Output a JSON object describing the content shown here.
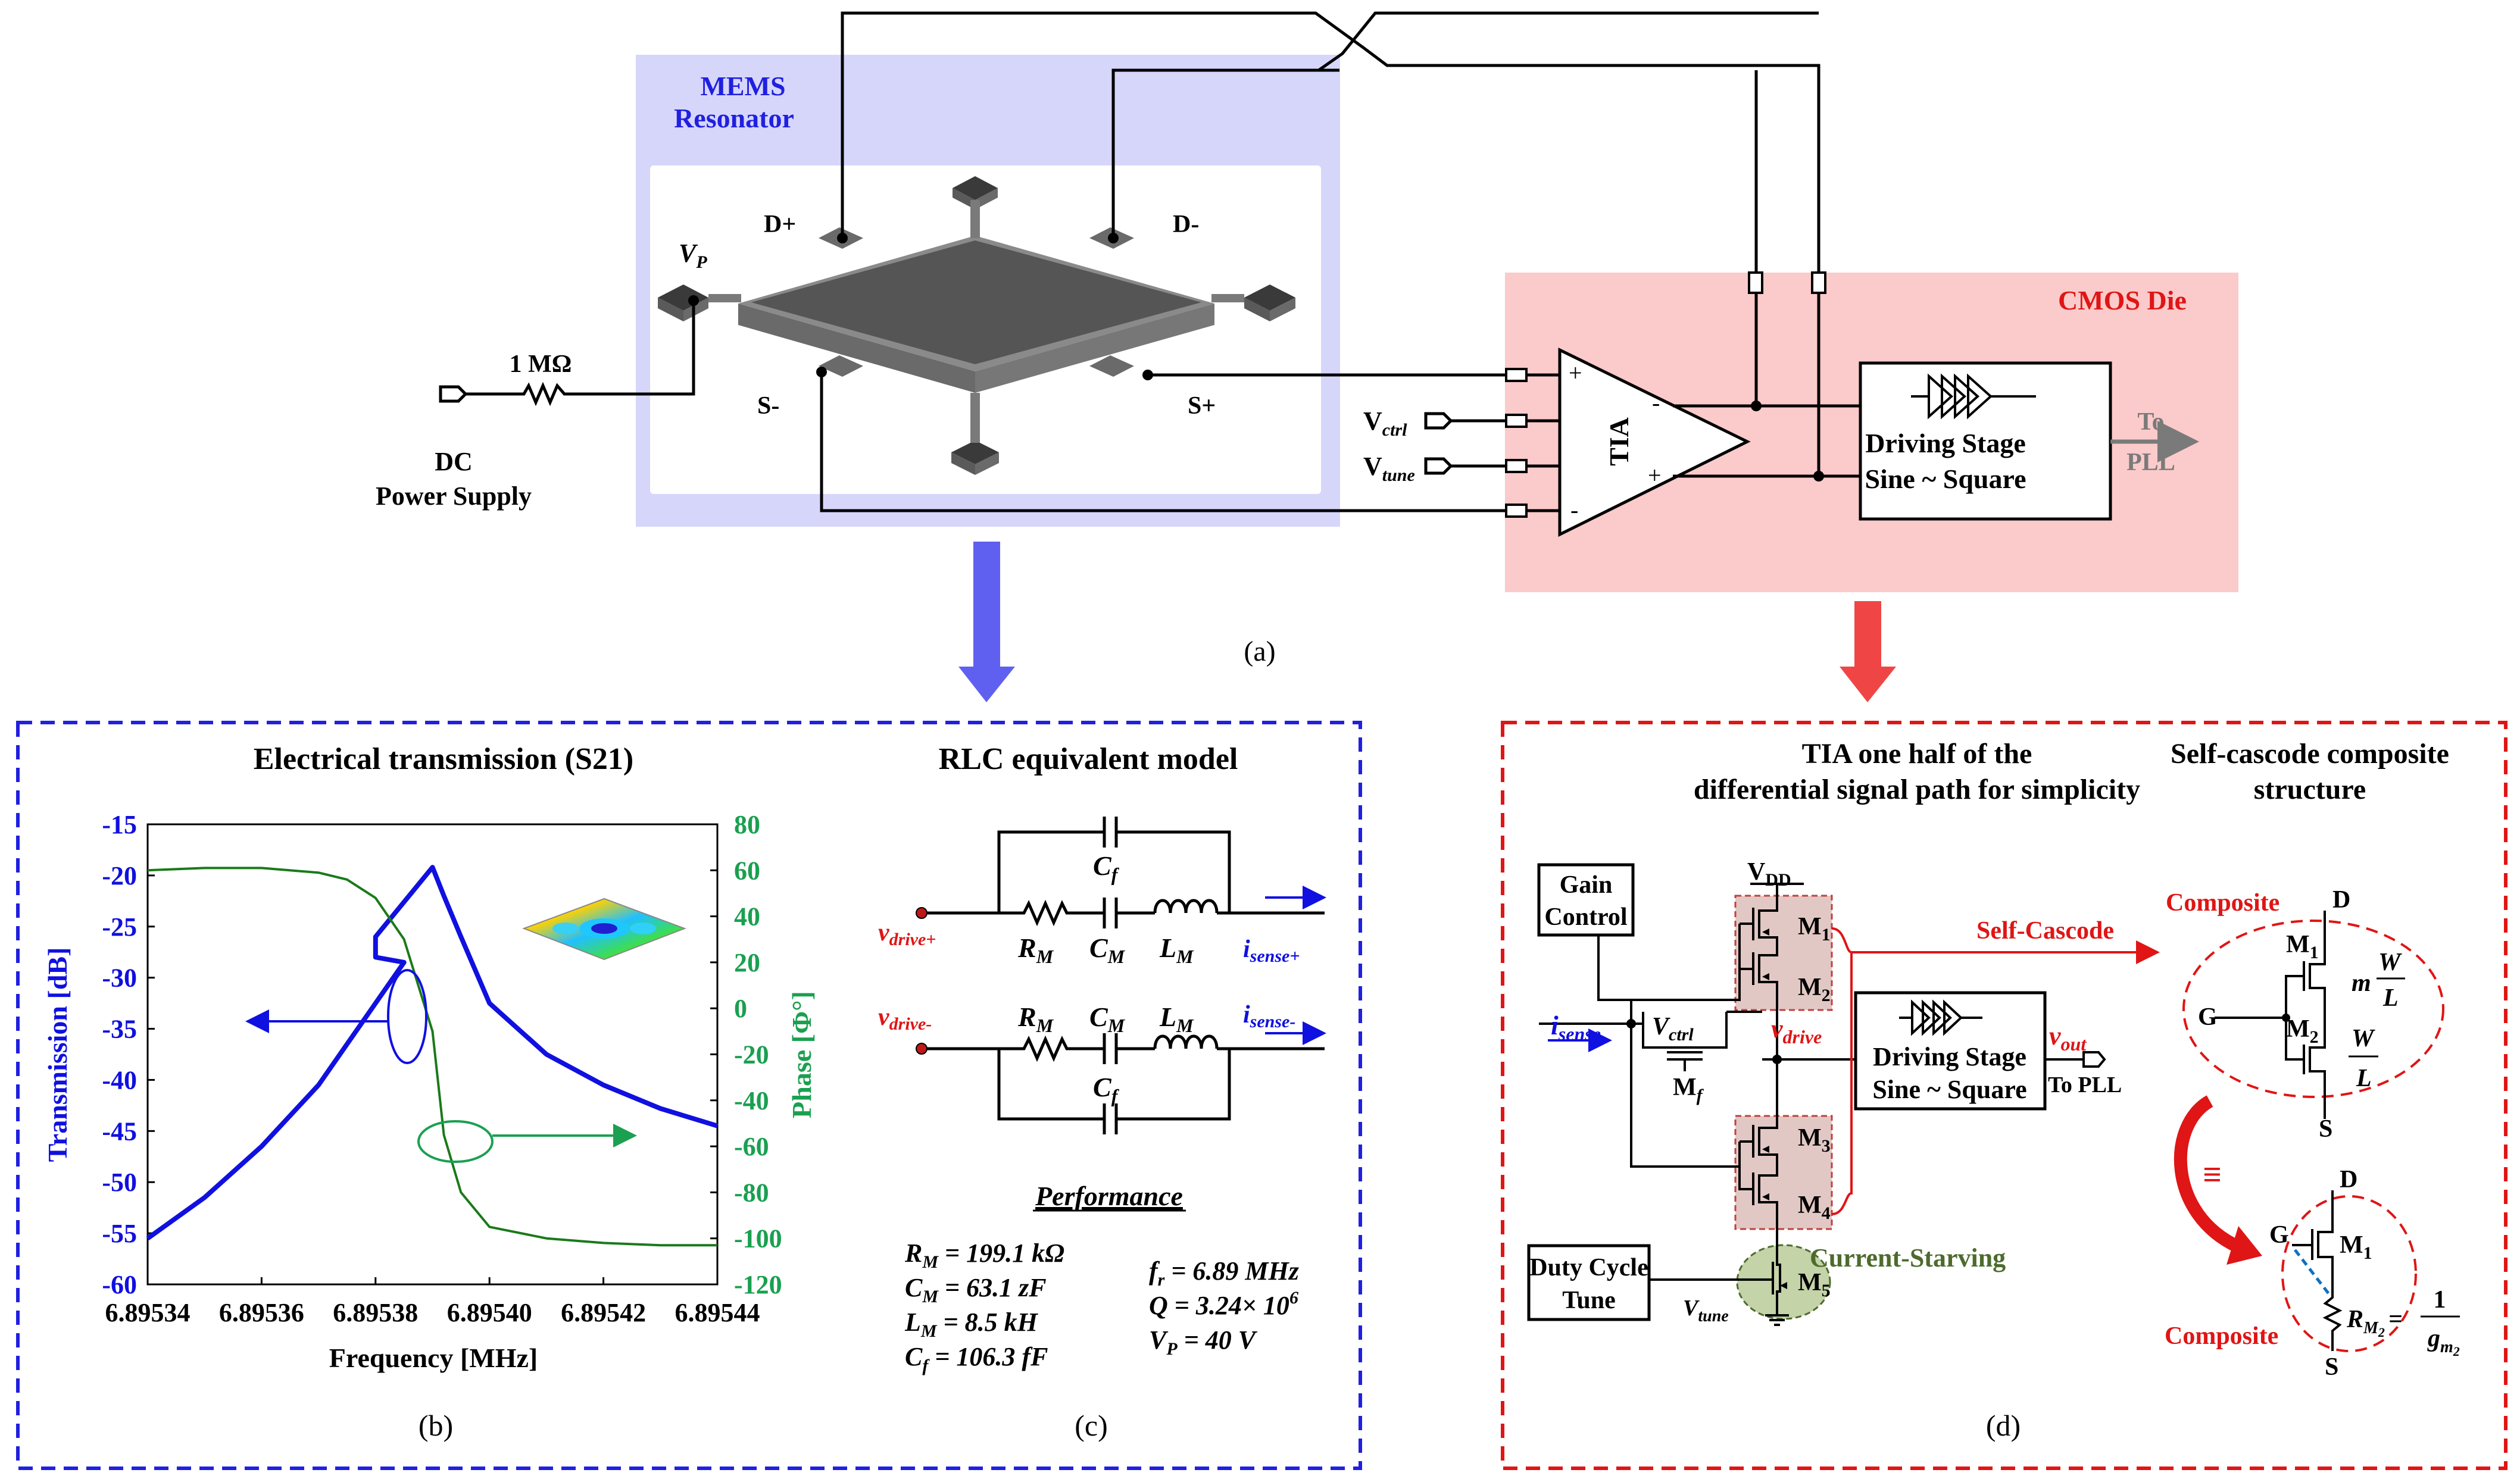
{
  "panel_a": {
    "caption": "(a)",
    "mems": {
      "title_line1": "MEMS",
      "title_line2": "Resonator"
    },
    "vp": "V",
    "vp_sub": "P",
    "dplus": "D+",
    "dminus": "D-",
    "sminus": "S-",
    "splus": "S+",
    "resistor": "1 MΩ",
    "dc_line1": "DC",
    "dc_line2": "Power Supply",
    "cmos_title": "CMOS Die",
    "tia": "TIA",
    "vctrl": "V",
    "vctrl_sub": "ctrl",
    "vtune": "V",
    "vtune_sub": "tune",
    "driving_line1": "Driving Stage",
    "driving_line2": "Sine ~ Square",
    "to_pll_line1": "To",
    "to_pll_line2": "PLL",
    "plus": "+",
    "minus": "-"
  },
  "panel_b": {
    "caption": "(b)",
    "title": "Electrical transmission (S21)",
    "chart_data": {
      "type": "line",
      "title": "Electrical transmission (S21)",
      "xlabel": "Frequency [MHz]",
      "ylabel": "Transmission [dB]",
      "y2label": "Phase [Φ°]",
      "xlim": [
        6.89534,
        6.89544
      ],
      "ylim": [
        -60,
        -15
      ],
      "y2lim": [
        -120,
        80
      ],
      "x_ticks": [
        "6.89534",
        "6.89536",
        "6.89538",
        "6.89540",
        "6.89542",
        "6.89544"
      ],
      "y_ticks": [
        "-15",
        "-20",
        "-25",
        "-30",
        "-35",
        "-40",
        "-45",
        "-50",
        "-55",
        "-60"
      ],
      "y2_ticks": [
        "80",
        "60",
        "40",
        "20",
        "0",
        "-20",
        "-40",
        "-60",
        "-80",
        "-100",
        "-120"
      ],
      "series": [
        {
          "axis": "left",
          "color": "#1010e0",
          "x": [
            6.89534,
            6.89535,
            6.89536,
            6.89537,
            6.89538,
            6.895385,
            6.89538,
            6.89538,
            6.89539,
            6.895392,
            6.895395,
            6.8954,
            6.89541,
            6.89542,
            6.89543,
            6.89544
          ],
          "y": [
            -55.5,
            -51.5,
            -46.5,
            -40.5,
            -32.5,
            -28.5,
            -28.0,
            -26.0,
            -19.2,
            -22.0,
            -26.0,
            -32.5,
            -37.5,
            -40.5,
            -42.8,
            -44.5
          ]
        },
        {
          "axis": "right",
          "color": "#1a7a1a",
          "x": [
            6.89534,
            6.89535,
            6.89536,
            6.89537,
            6.895375,
            6.89538,
            6.895385,
            6.89539,
            6.895392,
            6.895395,
            6.8954,
            6.89541,
            6.89542,
            6.89543,
            6.89544
          ],
          "y": [
            60,
            61,
            61,
            59,
            56,
            48,
            30,
            -10,
            -55,
            -80,
            -95,
            -100,
            -102,
            -103,
            -103
          ]
        }
      ]
    }
  },
  "panel_c": {
    "caption": "(c)",
    "title": "RLC equivalent model",
    "v_drive_plus": "v",
    "v_drive_plus_sub": "drive+",
    "v_drive_minus": "v",
    "v_drive_minus_sub": "drive-",
    "i_sense_plus": "i",
    "i_sense_plus_sub": "sense+",
    "i_sense_minus": "i",
    "i_sense_minus_sub": "sense-",
    "cf": "C",
    "cf_sub": "f",
    "rm": "R",
    "cm": "C",
    "lm": "L",
    "m_sub": "M",
    "performance_title": "Performance",
    "perf_left": [
      "R",
      "C",
      "L",
      "C"
    ],
    "perf_left_sub": [
      "M",
      "M",
      "M",
      "f"
    ],
    "perf_left_val": [
      " = 199.1 kΩ",
      " = 63.1 zF",
      " = 8.5 kH",
      " = 106.3 fF"
    ],
    "perf_right": [
      "f",
      "Q = 3.24",
      "V"
    ],
    "perf_right_sub": [
      "r",
      "",
      "P"
    ],
    "perf_right_val": [
      " = 6.89 MHz",
      "× 10",
      " = 40 V"
    ],
    "perf_right_sup": [
      "",
      "6",
      ""
    ]
  },
  "panel_d": {
    "caption": "(d)",
    "title_left_line1": "TIA one half of the",
    "title_left_line2": "differential signal path for simplicity",
    "title_right_line1": "Self-cascode composite",
    "title_right_line2": "structure",
    "gain_line1": "Gain",
    "gain_line2": "Control",
    "vdd": "V",
    "vdd_sub": "DD",
    "m1": "M",
    "m1_sub": "1",
    "m2": "M",
    "m2_sub": "2",
    "m3": "M",
    "m3_sub": "3",
    "m4": "M",
    "m4_sub": "4",
    "m5": "M",
    "m5_sub": "5",
    "mf": "M",
    "mf_sub": "f",
    "isense": "i",
    "isense_sub": "sense",
    "vctrl": "V",
    "vctrl_sub": "ctrl",
    "vdrive": "v",
    "vdrive_sub": "drive",
    "vout": "v",
    "vout_sub": "out",
    "to_pll": "To PLL",
    "driving_line1": "Driving Stage",
    "driving_line2": "Sine ~ Square",
    "self_cascode": "Self-Cascode",
    "duty_line1": "Duty Cycle",
    "duty_line2": "Tune",
    "vtune": "V",
    "vtune_sub": "tune",
    "current_starving": "Current-Starving",
    "composite": "Composite",
    "d_label": "D",
    "s_label": "S",
    "g_label": "G",
    "m_w": "m",
    "w": "W",
    "l": "L",
    "equiv": "≡",
    "rm2": "R",
    "rm2_sub": "M",
    "rm2_sub2": "2",
    "eq": "=",
    "one": "1",
    "gm2": "g",
    "gm2_sub": "m",
    "gm2_sub2": "2"
  },
  "colors": {
    "mems_bg": "#d6d6fb",
    "cmos_bg": "#fbcaca",
    "blue": "#1010e0",
    "green": "#1aa050",
    "red": "#e01515",
    "olive": "#4d6b2c",
    "arrow_blue": "#6060f0",
    "arrow_red": "#f04545"
  }
}
